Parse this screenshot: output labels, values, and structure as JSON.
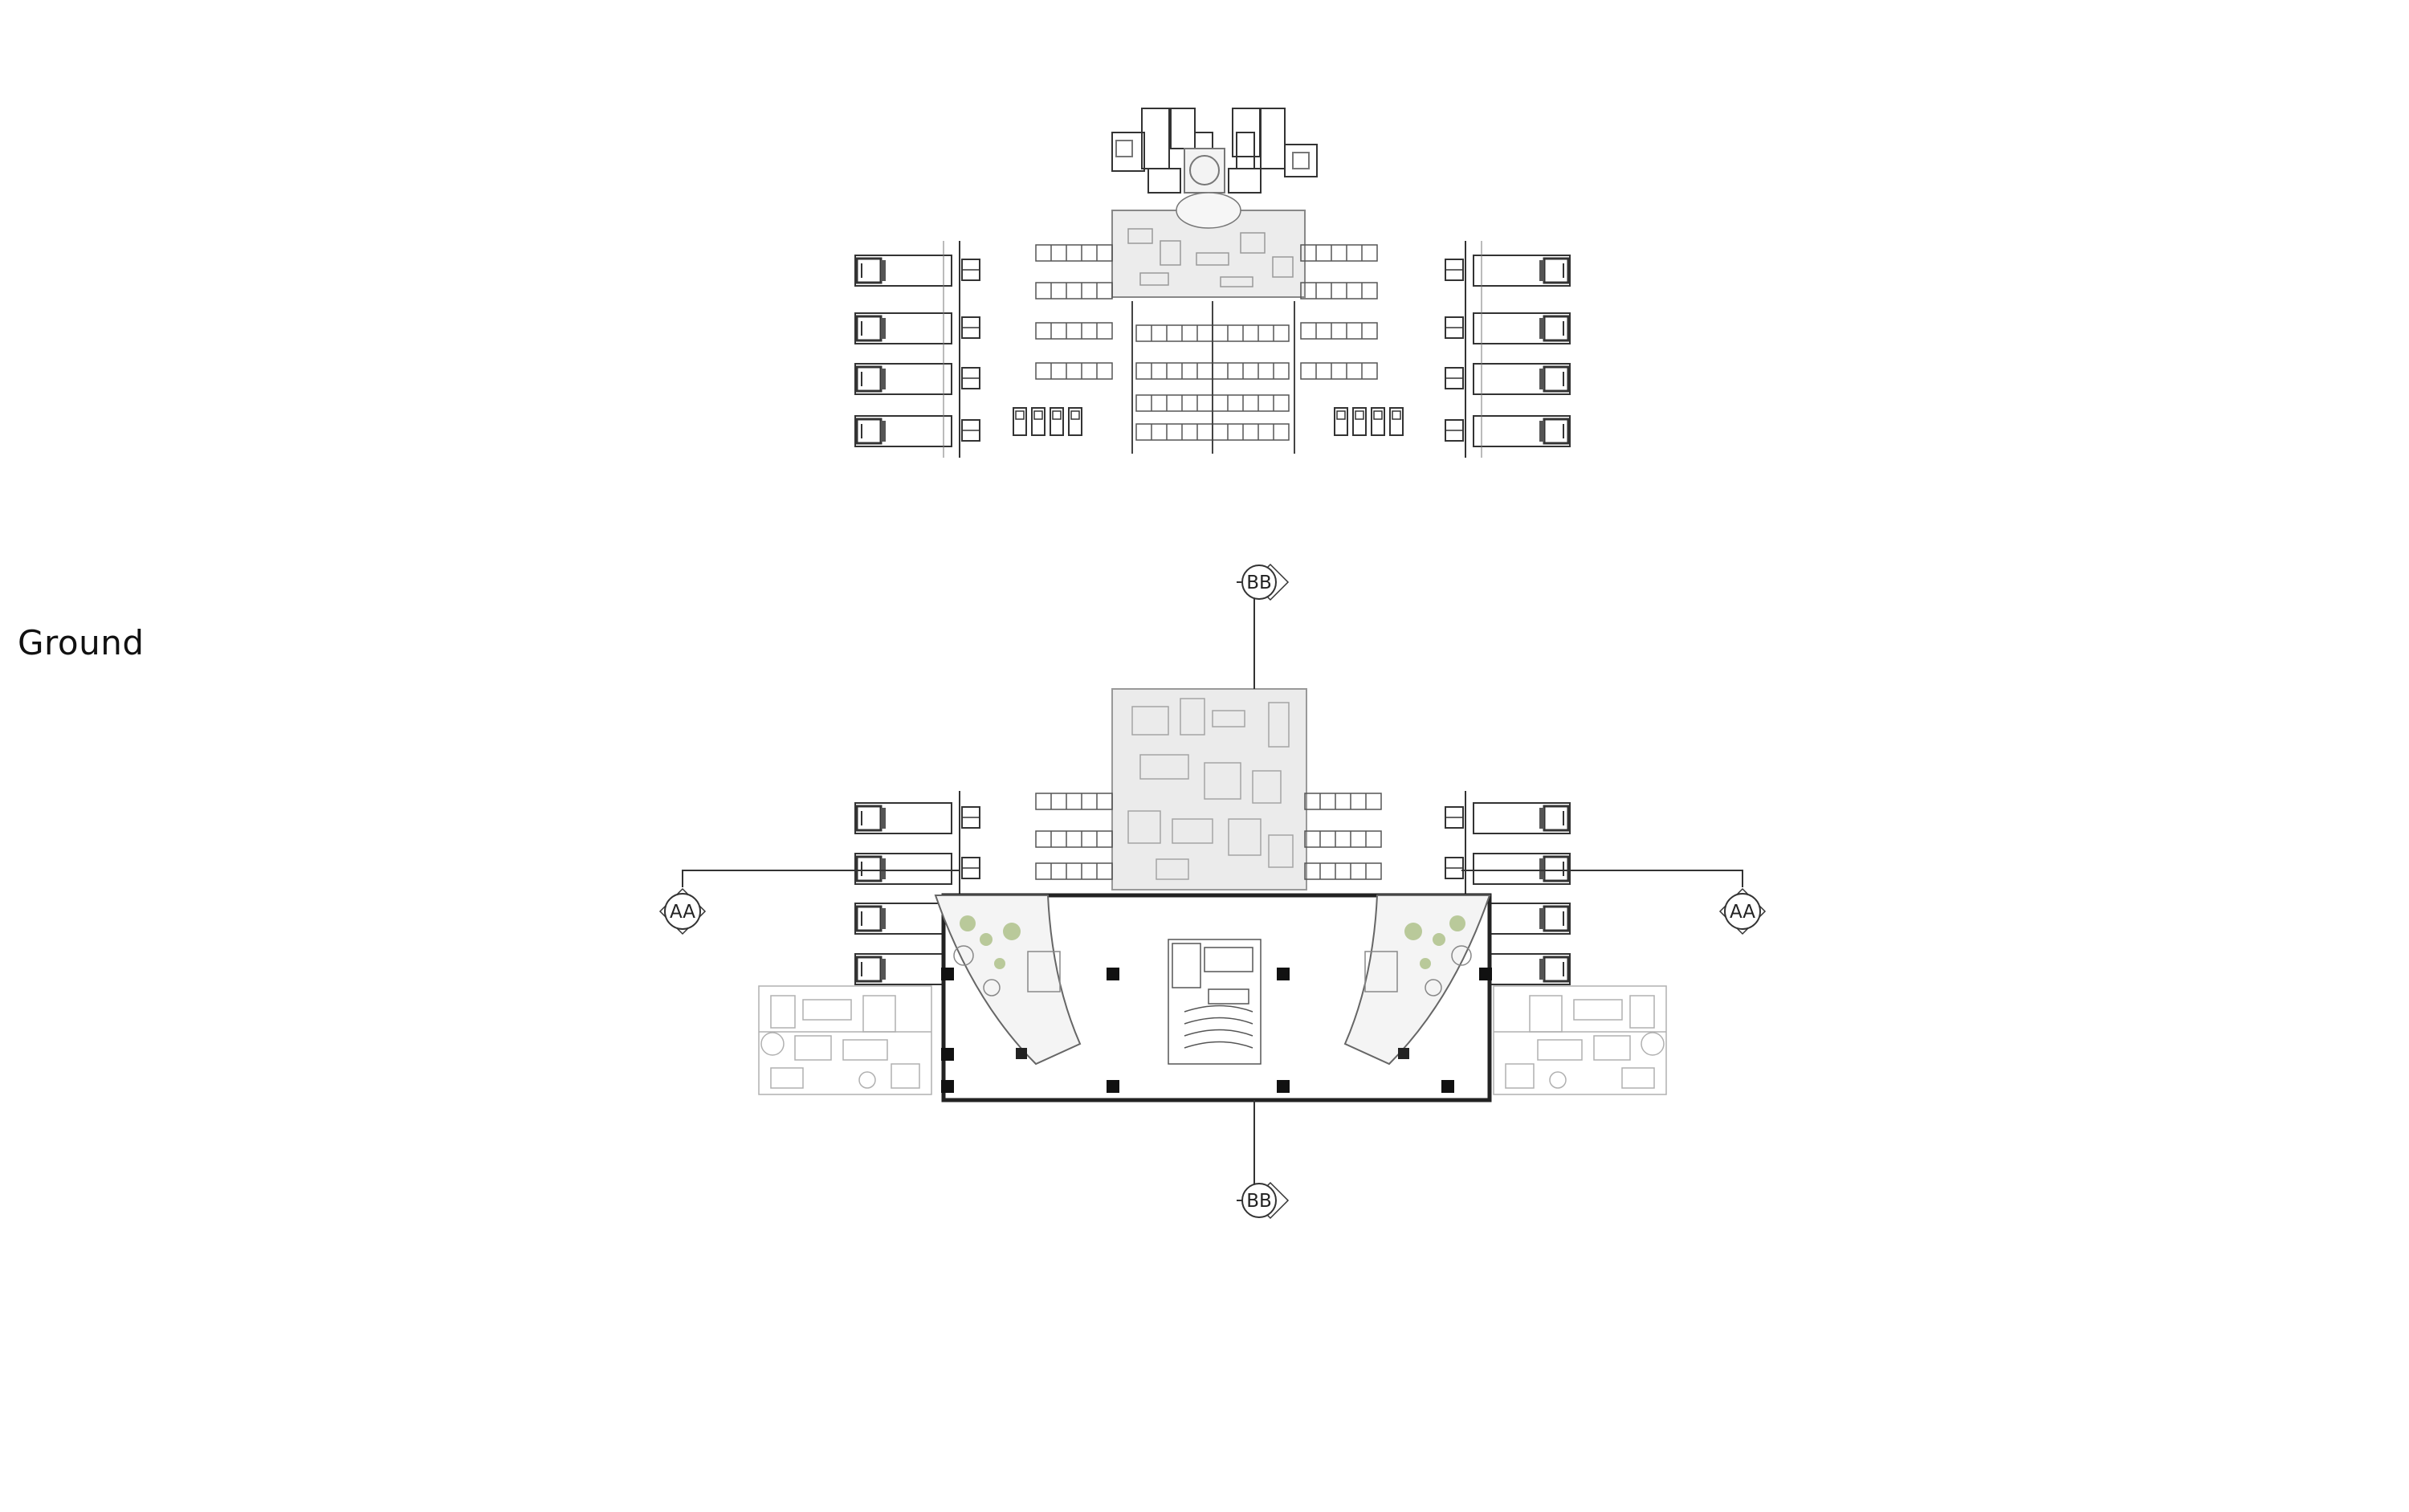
{
  "floor_label": "Ground",
  "section_markers": {
    "top": "BB",
    "bottom": "BB",
    "left": "AA",
    "right": "AA"
  },
  "colors": {
    "line": "#333333",
    "light_line": "#9a9a9a",
    "fill_grey": "#e9e9e9",
    "plant_green": "#b9c99a"
  }
}
